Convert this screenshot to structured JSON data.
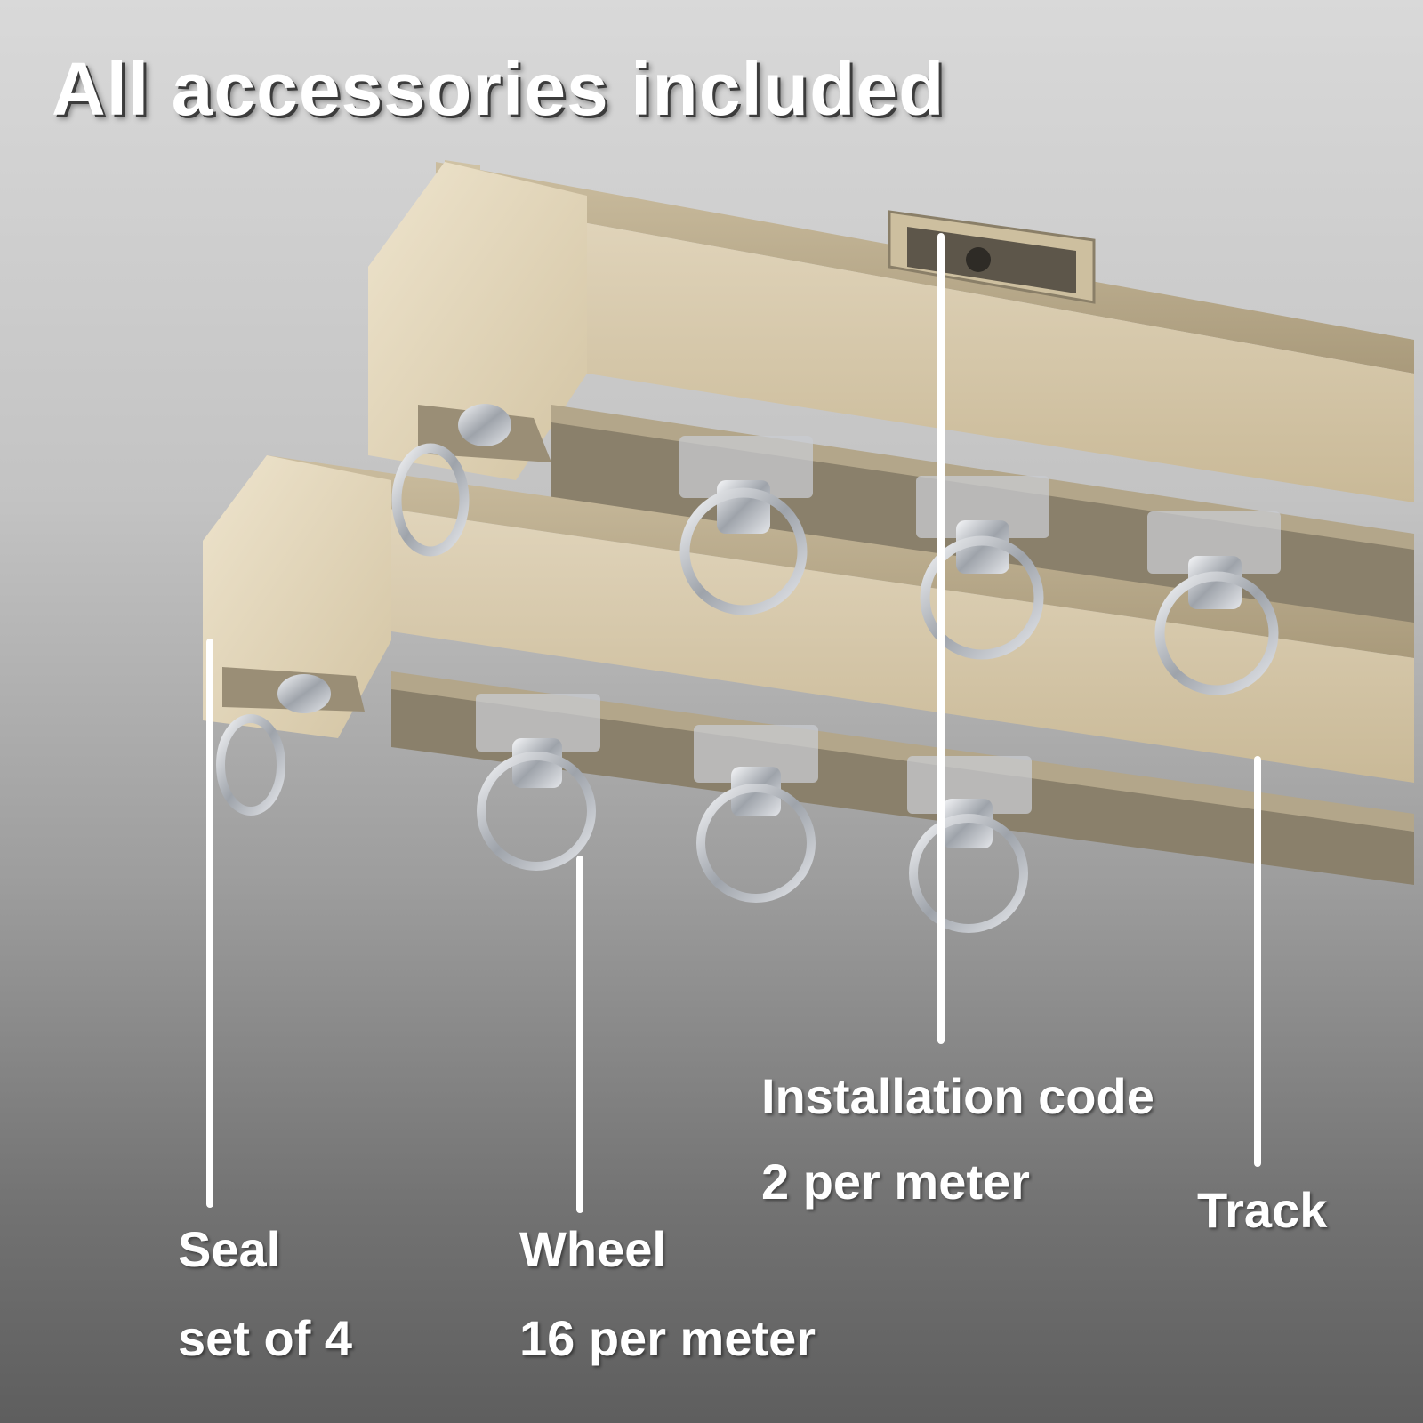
{
  "headline": "All accessories included",
  "callouts": {
    "seal": {
      "title": "Seal",
      "detail": "set of 4"
    },
    "wheel": {
      "title": "Wheel",
      "detail": "16 per meter"
    },
    "installation_code": {
      "title": "Installation code",
      "detail": "2 per meter"
    },
    "track": {
      "title": "Track"
    }
  },
  "colors": {
    "track_face": "#d6c8ad",
    "track_shadow": "#7f745f",
    "metal": "#c9ccd0",
    "label_text": "#ffffff"
  }
}
